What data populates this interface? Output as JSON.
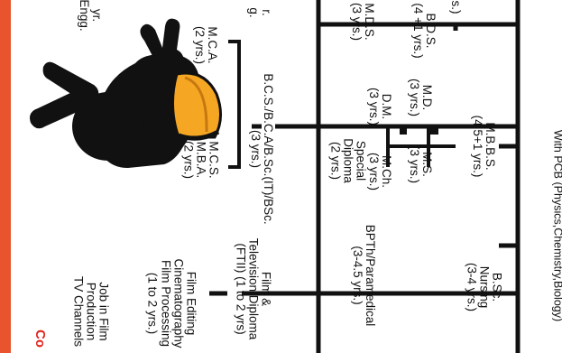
{
  "texts": {
    "streamLabel": "With PCB (Physics,Chemistry,Biology)",
    "mbbs": "M.B.B.S.\n(4.5+1 yrs.)",
    "md": "M.D.\n(3 yrs.)",
    "ms": "M.S.\n(3 yrs.)",
    "dm": "D.M.\n(3 yrs.)",
    "mch": "M.Ch.\n(3 yrs.)",
    "special": "Special\nDiploma\n(2 yrs.)",
    "bsc_nursing": "B.Sc.\nNursing\n(3-4 yrs.)",
    "bpth": "BPTh/Paramedical\n(3-4.5 yrs.)",
    "bds": "B.D.S.\n(4 +1 yrs.)",
    "mds": "M.D.S.\n(3 yrs.)",
    "bcs": "B.C.S./B.C.A/B.Sc.(IT)/BSc.\n(3 yrs.)",
    "mca": "M.C.A.\n(2 yrs.)",
    "mcs": "M.C.S.\nM.B.A.\n(2 yrs.)",
    "film_tv": "Film &\nTelevision Diploma\n(FTII) (1 to 2 yrs)",
    "film_edit": "Film Editing\nCinematography\nFilm Processing\n(1 to 2 yrs.)",
    "job_film": "Job in Film\nProduction\nTV Channels",
    "left_fragment": "yr.\nEngg.",
    "left_fragment2": "r.\ng.",
    "top_fragment": "s.)",
    "red_fragment": "Co"
  },
  "colors": {
    "accent": "#e8542e",
    "helmet": "#f5a623",
    "ink": "#111111"
  }
}
